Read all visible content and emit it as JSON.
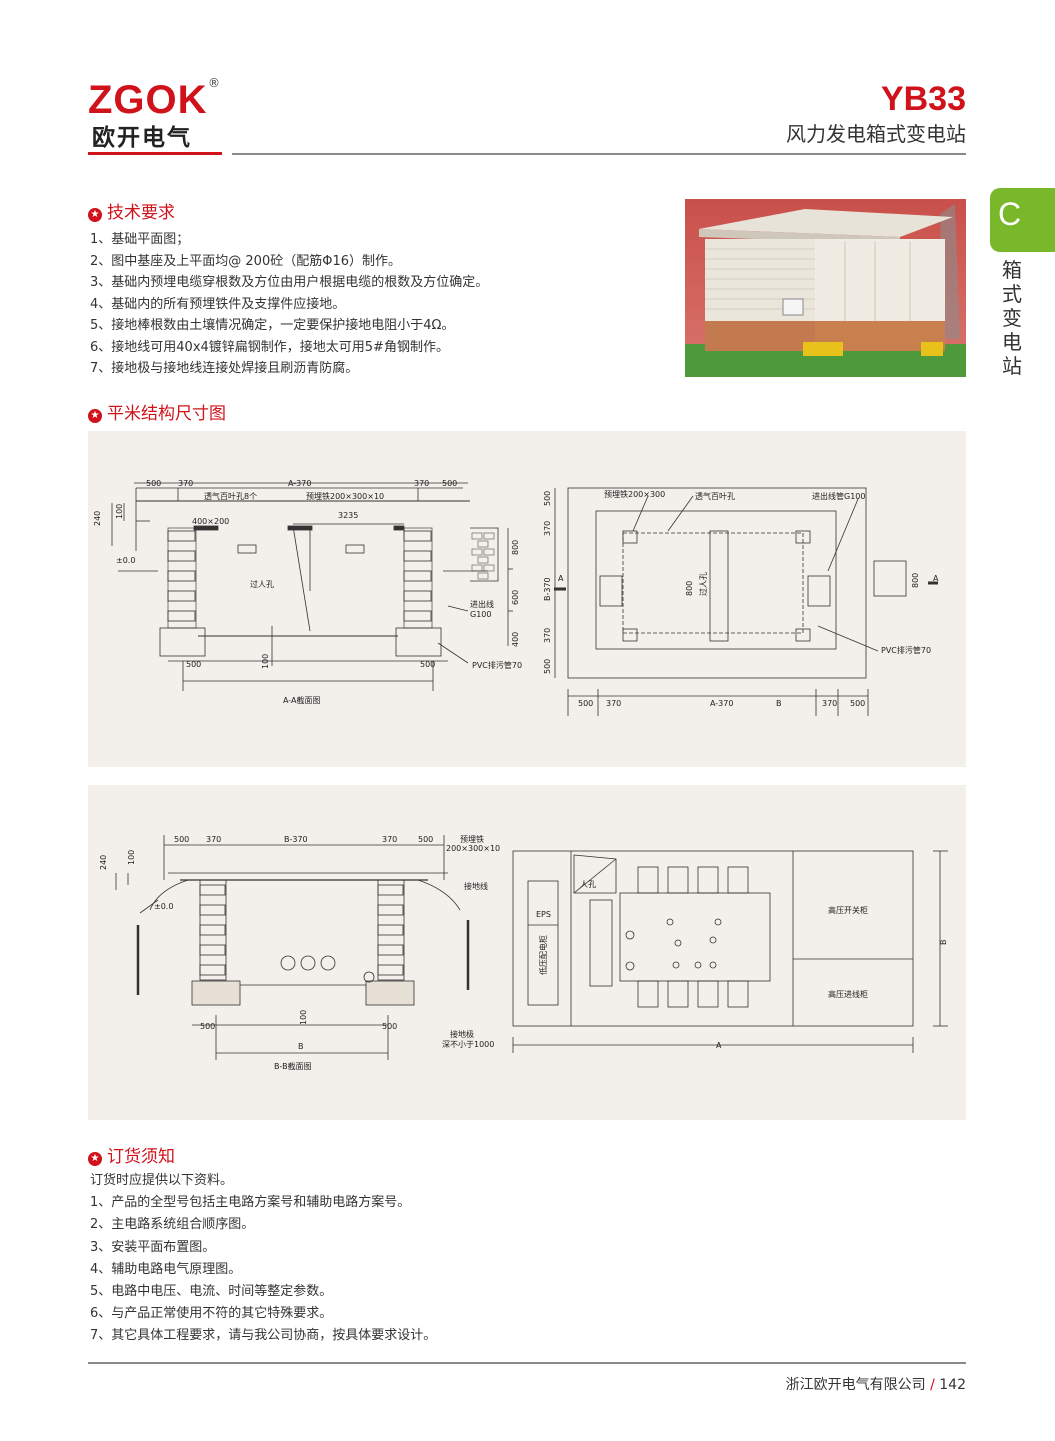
{
  "brand": {
    "logo": "ZGOK",
    "registered": "®",
    "name_cn": "欧开电气"
  },
  "header": {
    "model": "YB33",
    "subtitle": "风力发电箱式变电站"
  },
  "side_tab": {
    "letter": "C",
    "label": "箱式变电站"
  },
  "tech": {
    "title": "技术要求",
    "items": [
      "1、基础平面图；",
      "2、图中基座及上平面均@ 200砼（配筋Φ16）制作。",
      "3、基础内预埋电缆穿根数及方位由用户根据电缆的根数及方位确定。",
      "4、基础内的所有预埋铁件及支撑件应接地。",
      "5、接地棒根数由土壤情况确定，一定要保护接地电阻小于4Ω。",
      "6、接地线可用40x4镀锌扁钢制作，接地太可用5#角钢制作。",
      "7、接地极与接地线连接处焊接且刷沥青防腐。"
    ]
  },
  "struct": {
    "title": "平米结构尺寸图"
  },
  "drawing_aa": {
    "dims_top": [
      "500",
      "370",
      "A-370",
      "370",
      "500"
    ],
    "label_vent": "透气百叶孔8个",
    "label_embed": "预埋铁200×300×10",
    "label_hole": "400×200",
    "dim_3235": "3235",
    "label_240": "240",
    "label_100": "100",
    "label_zero": "±0.0",
    "label_manhole": "过人孔",
    "dims_right": [
      "800",
      "600",
      "400"
    ],
    "label_cable": "进出线",
    "label_g100": "G100",
    "label_pvc": "PVC排污管70",
    "dims_bottom": [
      "500",
      "500"
    ],
    "dim_100b": "100",
    "caption": "A-A截面图"
  },
  "drawing_plan": {
    "label_embed": "预埋铁200×300",
    "label_vent": "透气百叶孔",
    "label_pipe": "进出线管G100",
    "label_a": "A",
    "dims_left": [
      "500",
      "370",
      "B-370",
      "370",
      "500"
    ],
    "label_800": "800",
    "label_manhole": "过人孔",
    "label_800b": "800",
    "label_pvc": "PVC排污管70",
    "dims_bottom": [
      "500",
      "370",
      "A-370",
      "B",
      "370",
      "500"
    ]
  },
  "drawing_bb": {
    "dims_top": [
      "500",
      "370",
      "B-370",
      "370",
      "500"
    ],
    "label_embed1": "预埋铁",
    "label_embed2": "200×300×10",
    "label_240": "240",
    "label_100": "100",
    "label_zero": "±0.0",
    "label_ground": "接地线",
    "dims_bottom": [
      "500",
      "500"
    ],
    "dim_100b": "100",
    "dim_b": "B",
    "caption": "B-B截面图",
    "label_electrode": "接地极",
    "label_depth": "深不小于1000"
  },
  "drawing_layout": {
    "label_manhole": "人孔",
    "label_eps": "EPS",
    "label_panel": "低压配电柜",
    "label_hv_switch": "高压开关柜",
    "label_hv_in": "高压进线柜",
    "dim_a": "A",
    "dim_b": "B"
  },
  "order": {
    "title": "订货须知",
    "intro": "订货时应提供以下资料。",
    "items": [
      "1、产品的全型号包括主电路方案号和辅助电路方案号。",
      "2、主电路系统组合顺序图。",
      "3、安装平面布置图。",
      "4、辅助电路电气原理图。",
      "5、电路中电压、电流、时间等整定参数。",
      "6、与产品正常使用不符的其它特殊要求。",
      "7、其它具体工程要求，请与我公司协商，按具体要求设计。"
    ]
  },
  "footer": {
    "company": "浙江欧开电气有限公司",
    "slash": "/",
    "page": "142"
  },
  "colors": {
    "brand_red": "#d0121b",
    "tab_green": "#7ab82b",
    "panel_bg": "#f3efea"
  }
}
